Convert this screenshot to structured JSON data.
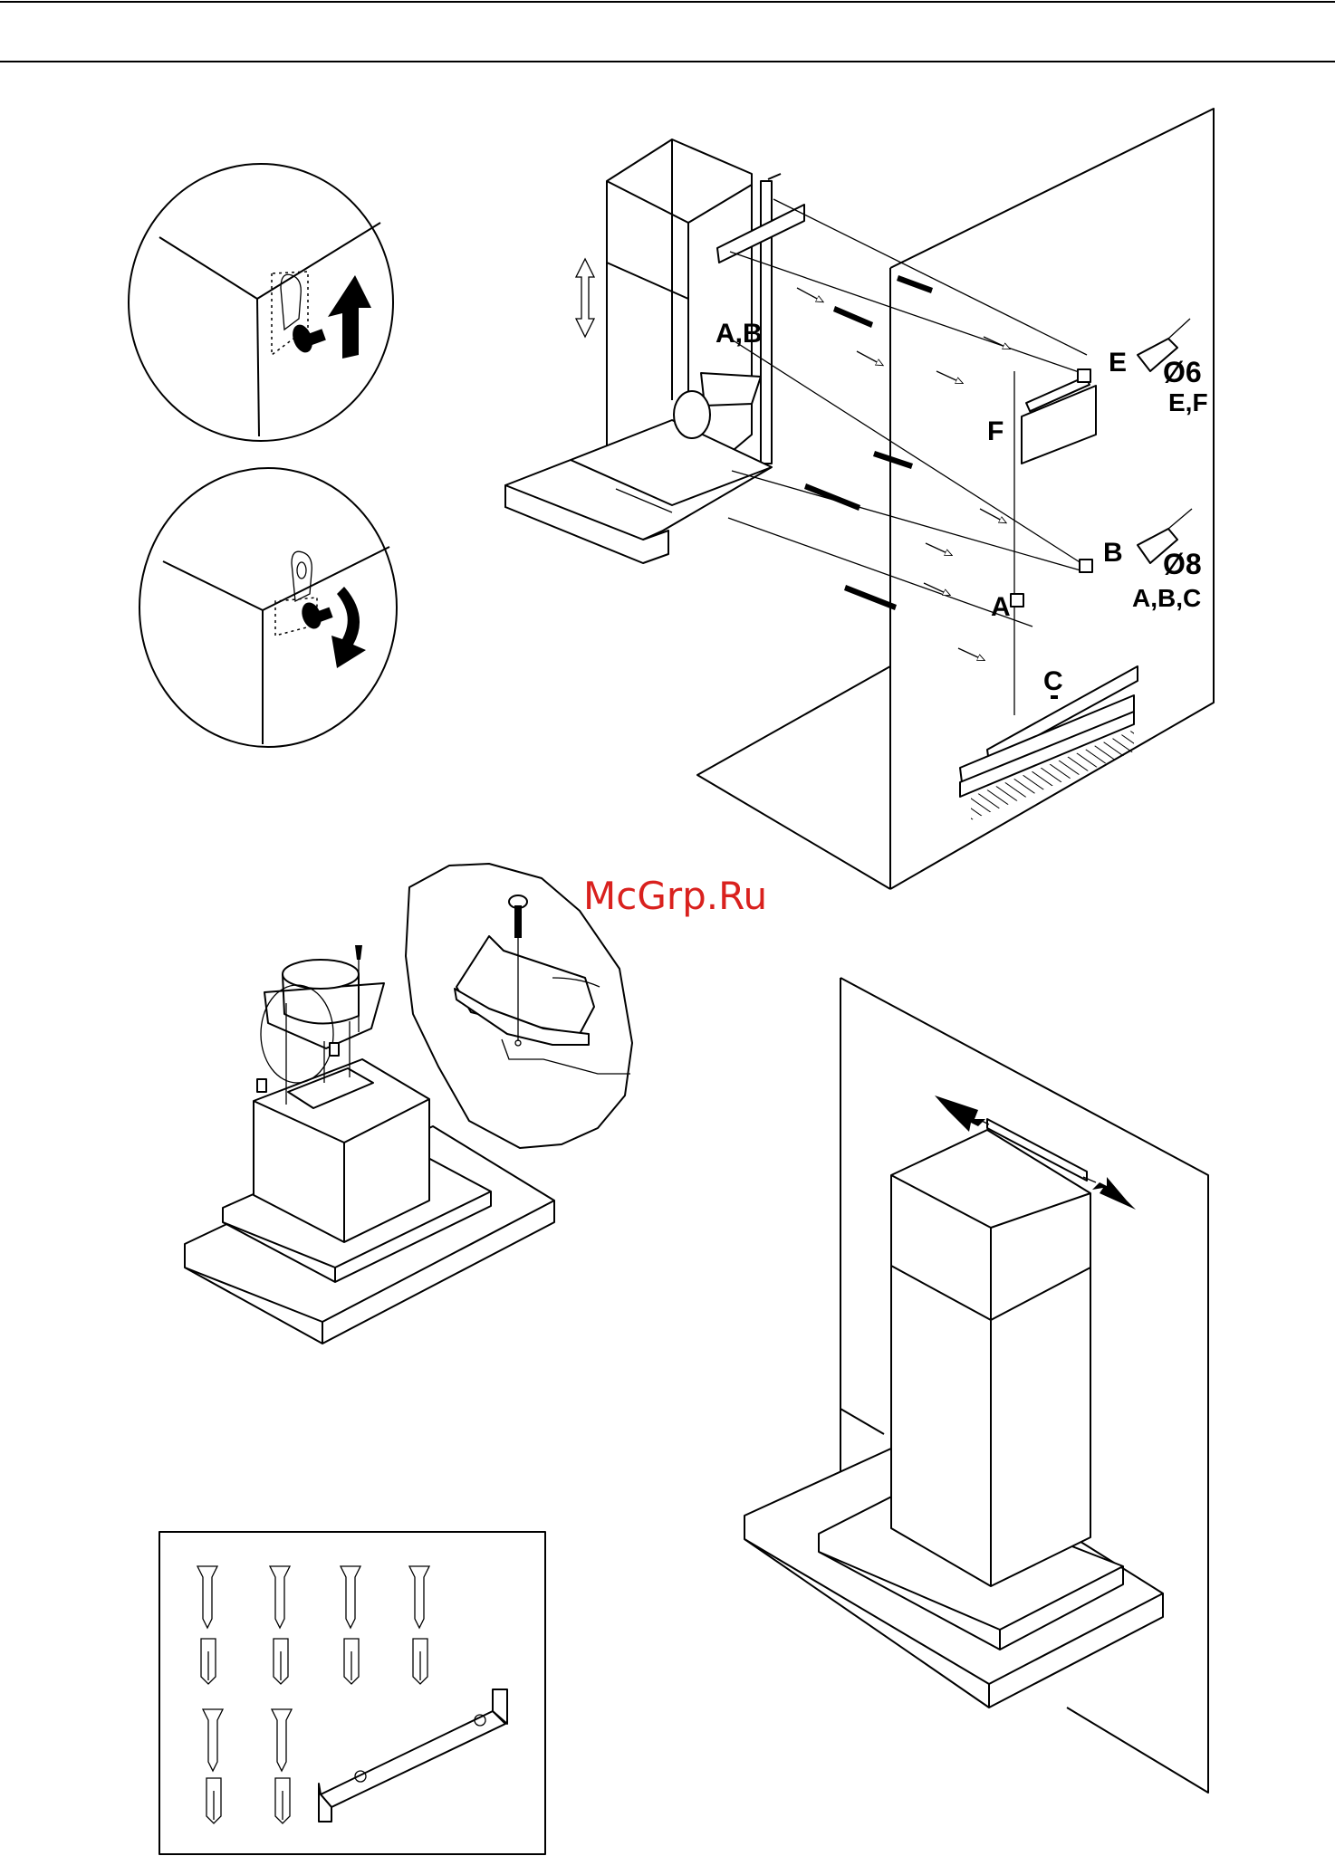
{
  "labels": {
    "ab": "A,B",
    "e": "E",
    "f": "F",
    "b": "B",
    "a": "A",
    "c": "C",
    "drill_6": "Ø6",
    "drill_6_points": "E,F",
    "drill_8": "Ø8",
    "drill_8_points": "A,B,C"
  },
  "watermark": "McGrp.Ru",
  "icons": [
    "screw-icon",
    "wall-plug-icon",
    "bracket-icon",
    "drill-bit-icon",
    "arrow-up-icon",
    "arrow-rotate-icon",
    "push-arrow-icon"
  ],
  "colors": {
    "line": "#000000",
    "watermark": "#d9211e",
    "background": "#ffffff"
  }
}
